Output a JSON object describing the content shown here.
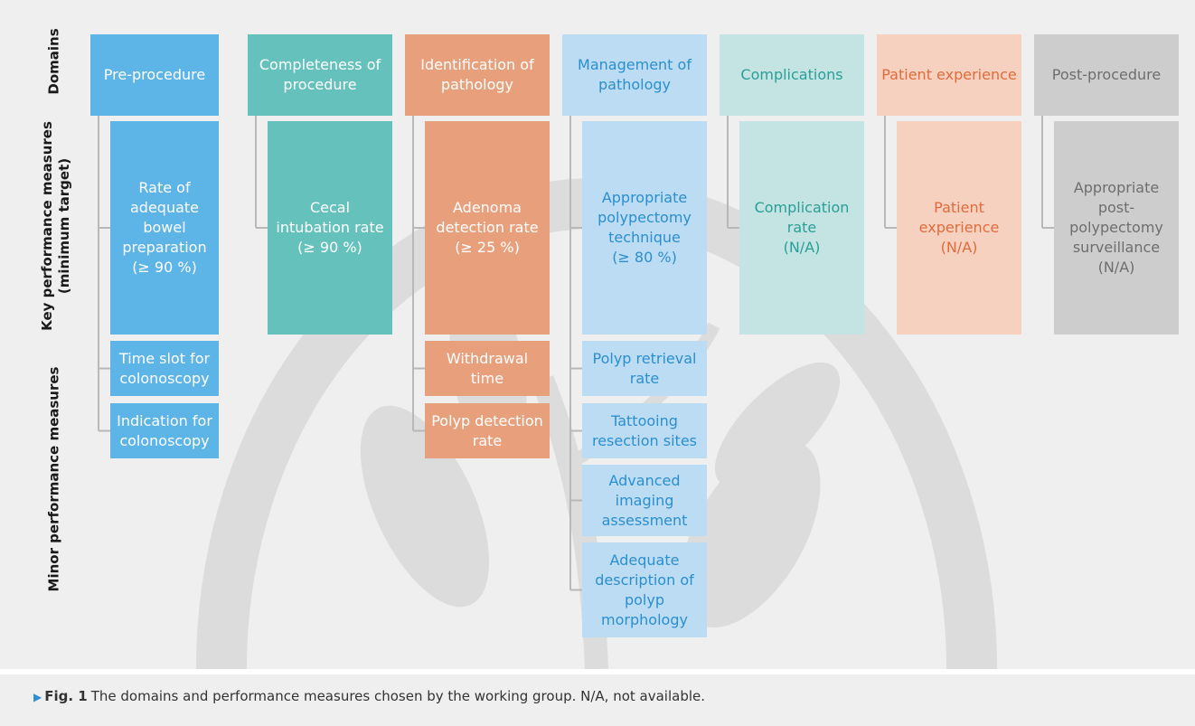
{
  "row_labels": {
    "domains": "Domains",
    "key_line1": "Key performance measures",
    "key_line2": "(minimum target)",
    "minor": "Minor performance measures"
  },
  "colors": {
    "pre": "#5db4e6",
    "completeness": "#65c1bb",
    "identification": "#e8a07c",
    "management": "#bcdcf4",
    "complications": "#c3e4e2",
    "patient": "#f7d1bf",
    "post": "#cdcdcd",
    "text_dark_white": "#ffffff",
    "text_management": "#2b8fcd",
    "text_complications": "#2a9e97",
    "text_patient": "#e06b3c",
    "text_post": "#6e6e6e",
    "connector": "#b8b8b8"
  },
  "columns": [
    {
      "id": "pre",
      "domain": "Pre-procedure",
      "key": "Rate of adequate bowel preparation (≥ 90 %)",
      "minor": [
        "Time slot for colonoscopy",
        "Indication for colonoscopy"
      ]
    },
    {
      "id": "completeness",
      "domain": "Completeness of procedure",
      "key": "Cecal intubation rate (≥ 90 %)",
      "minor": []
    },
    {
      "id": "identification",
      "domain": "Identification of pathology",
      "key": "Adenoma detection rate (≥ 25 %)",
      "minor": [
        "Withdrawal time",
        "Polyp detection rate"
      ]
    },
    {
      "id": "management",
      "domain": "Management of pathology",
      "key": "Appropriate polypectomy technique (≥ 80 %)",
      "minor": [
        "Polyp retrieval rate",
        "Tattooing resection sites",
        "Advanced imaging assessment",
        "Adequate description of polyp morphology"
      ]
    },
    {
      "id": "complications",
      "domain": "Complications",
      "key": "Complication rate (N/A)",
      "minor": []
    },
    {
      "id": "patient",
      "domain": "Patient experience",
      "key": "Patient experience (N/A)",
      "minor": []
    },
    {
      "id": "post",
      "domain": "Post-procedure",
      "key": "Appropriate post-polypectomy surveillance (N/A)",
      "minor": []
    }
  ],
  "box_text": {
    "pre_domain": [
      "Pre-procedure"
    ],
    "pre_key": [
      "Rate of",
      "adequate bowel",
      "preparation",
      "(≥ 90 %)"
    ],
    "pre_minor_0": [
      "Time slot for",
      "colonoscopy"
    ],
    "pre_minor_1": [
      "Indication for",
      "colonoscopy"
    ],
    "completeness_domain": [
      "Completeness of",
      "procedure"
    ],
    "completeness_key": [
      "Cecal",
      "intubation rate",
      "(≥ 90 %)"
    ],
    "identification_domain": [
      "Identification of",
      "pathology"
    ],
    "identification_key": [
      "Adenoma",
      "detection rate",
      "(≥ 25 %)"
    ],
    "identification_minor_0": [
      "Withdrawal",
      "time"
    ],
    "identification_minor_1": [
      "Polyp detection",
      "rate"
    ],
    "management_domain": [
      "Management of",
      "pathology"
    ],
    "management_key": [
      "Appropriate",
      "polypectomy",
      "technique",
      "(≥ 80 %)"
    ],
    "management_minor_0": [
      "Polyp retrieval",
      "rate"
    ],
    "management_minor_1": [
      "Tattooing",
      "resection sites"
    ],
    "management_minor_2": [
      "Advanced",
      "imaging",
      "assessment"
    ],
    "management_minor_3": [
      "Adequate",
      "description of",
      "polyp",
      "morphology"
    ],
    "complications_domain": [
      "Complications"
    ],
    "complications_key": [
      "Complication",
      "rate",
      "(N/A)"
    ],
    "patient_domain": [
      "Patient experience"
    ],
    "patient_key": [
      "Patient",
      "experience",
      "(N/A)"
    ],
    "post_domain": [
      "Post-procedure"
    ],
    "post_key": [
      "Appropriate",
      "post-",
      "polypectomy",
      "surveillance",
      "(N/A)"
    ]
  },
  "caption": {
    "arrow": "▶",
    "label": "Fig. 1",
    "text": "The domains and performance measures chosen by the working group. N/A, not available."
  }
}
